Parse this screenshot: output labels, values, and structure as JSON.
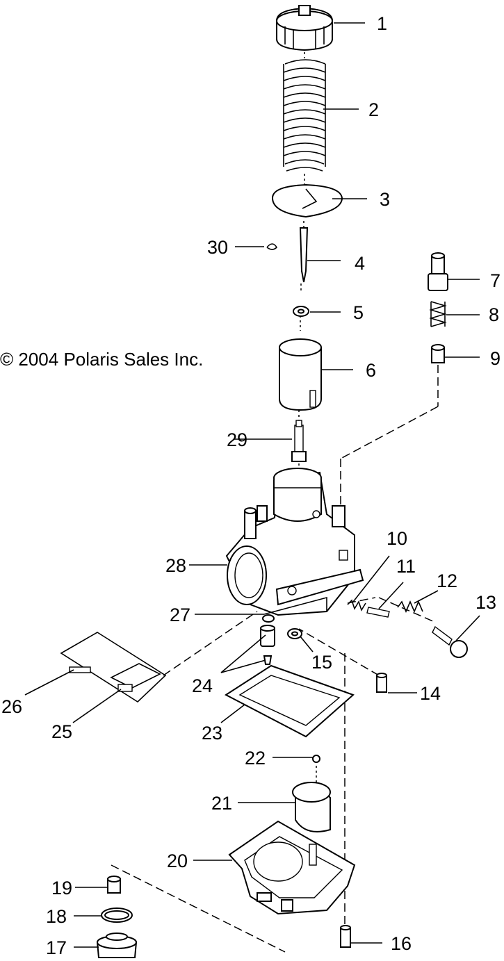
{
  "copyright": "© 2004 Polaris Sales Inc.",
  "callouts": [
    "1",
    "2",
    "3",
    "4",
    "5",
    "6",
    "7",
    "8",
    "9",
    "10",
    "11",
    "12",
    "13",
    "14",
    "15",
    "16",
    "17",
    "18",
    "19",
    "20",
    "21",
    "22",
    "23",
    "24",
    "25",
    "26",
    "27",
    "28",
    "29",
    "30"
  ]
}
